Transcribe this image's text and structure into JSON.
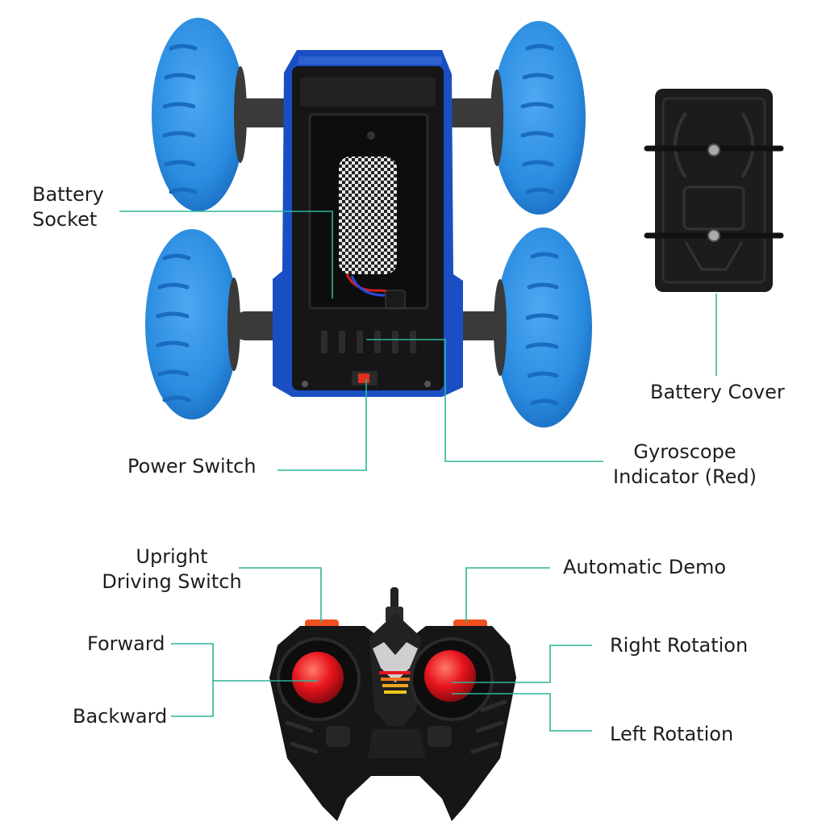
{
  "labels": {
    "battery_socket": [
      "Battery",
      "Socket"
    ],
    "battery_cover": "Battery Cover",
    "power_switch": "Power Switch",
    "gyroscope_indicator": [
      "Gyroscope",
      "Indicator (Red)"
    ],
    "upright_driving_switch": [
      "Upright",
      "Driving Switch"
    ],
    "automatic_demo": "Automatic Demo",
    "forward": "Forward",
    "backward": "Backward",
    "right_rotation": "Right Rotation",
    "left_rotation": "Left Rotation"
  },
  "colors": {
    "leader_line": "#2bb598",
    "wheel_blue": "#2a8ce0",
    "car_body_blue": "#1a4fc4",
    "chassis_black": "#161616",
    "joystick_red": "#e8141e",
    "remote_orange": "#f0501e"
  }
}
